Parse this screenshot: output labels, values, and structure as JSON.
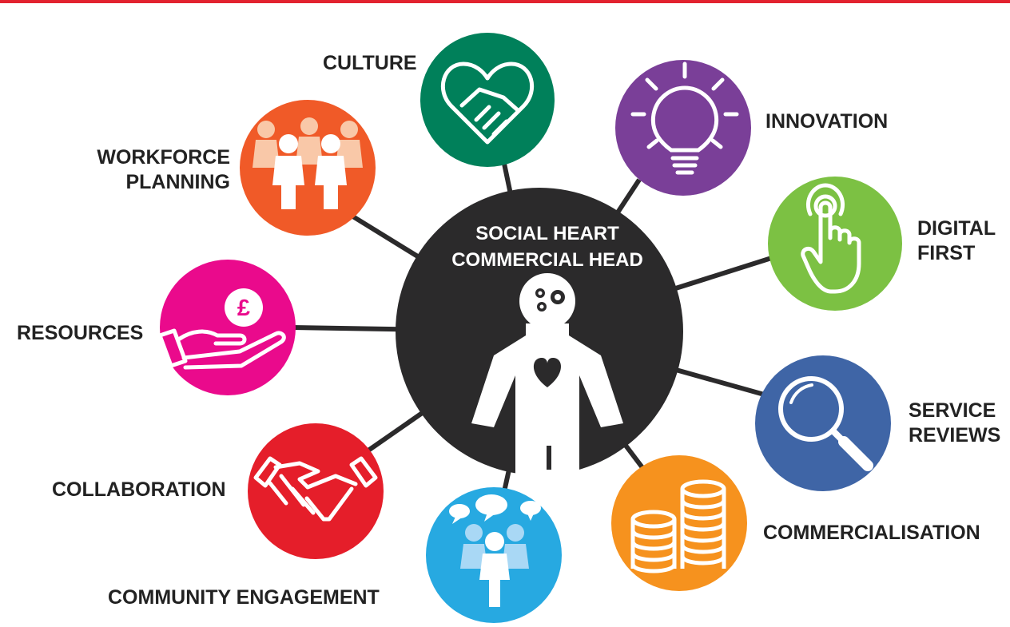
{
  "colors": {
    "accent_bar": "#e2222f",
    "center": "#2b2a2b",
    "culture": "#00805a",
    "innovation": "#7a3f98",
    "digital_first": "#7cc143",
    "service_reviews": "#3f65a6",
    "commercialisation": "#f6921e",
    "community_engagement": "#27a9e1",
    "collaboration": "#e51e2a",
    "resources": "#ea0a8c",
    "workforce_planning": "#f05a28"
  },
  "center": {
    "line1": "SOCIAL HEART",
    "line2": "COMMERCIAL HEAD",
    "icon": "person-heart-gears-icon"
  },
  "nodes": {
    "culture": {
      "label": "CULTURE",
      "icon": "heart-handshake-icon"
    },
    "innovation": {
      "label": "INNOVATION",
      "icon": "lightbulb-icon"
    },
    "digital_first": {
      "line1": "DIGITAL",
      "line2": "FIRST",
      "icon": "touch-finger-icon"
    },
    "service_reviews": {
      "line1": "SERVICE",
      "line2": "REVIEWS",
      "icon": "magnifying-glass-icon"
    },
    "commercialisation": {
      "label": "COMMERCIALISATION",
      "icon": "coin-stacks-icon"
    },
    "community_engagement": {
      "label": "COMMUNITY ENGAGEMENT",
      "icon": "people-speech-bubbles-icon"
    },
    "collaboration": {
      "label": "COLLABORATION",
      "icon": "handshake-icon"
    },
    "resources": {
      "label": "RESOURCES",
      "icon": "hand-pound-coin-icon"
    },
    "workforce_planning": {
      "line1": "WORKFORCE",
      "line2": "PLANNING",
      "icon": "people-group-icon"
    }
  }
}
